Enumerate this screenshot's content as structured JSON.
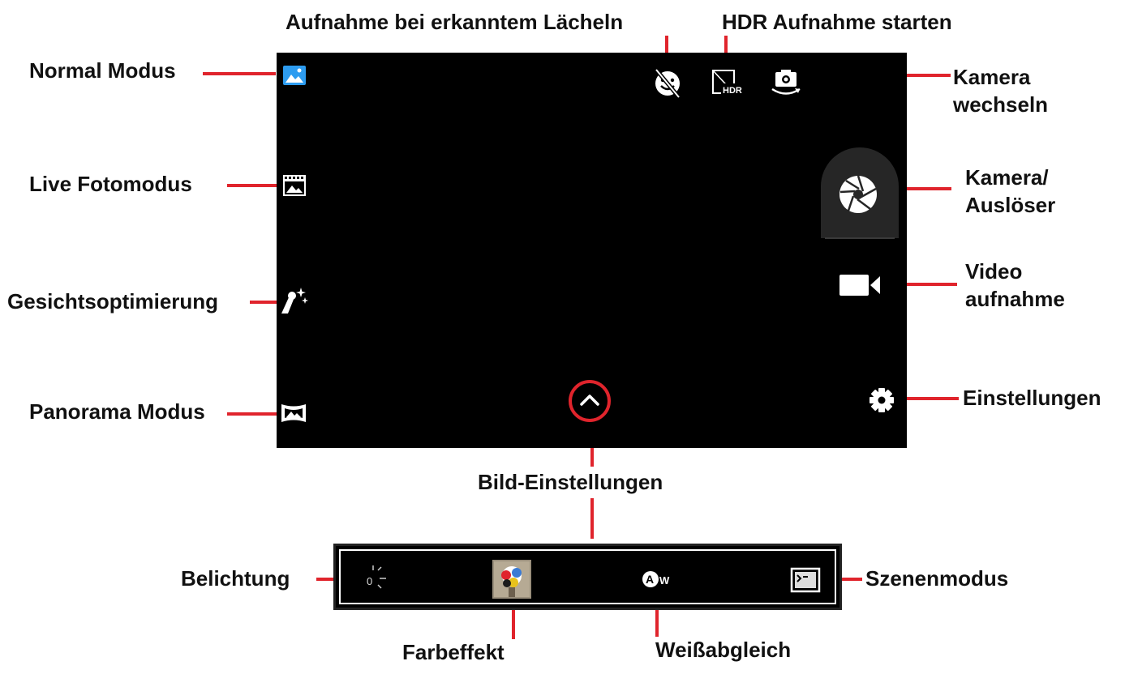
{
  "labels": {
    "smile_shot": "Aufnahme bei erkanntem Lächeln",
    "hdr": "HDR Aufnahme starten",
    "normal_mode": "Normal Modus",
    "switch_camera_1": "Kamera",
    "switch_camera_2": "wechseln",
    "live_photo": "Live Fotomodus",
    "shutter_1": "Kamera/",
    "shutter_2": "Auslöser",
    "face_beauty": "Gesichtsoptimierung",
    "video_1": "Video",
    "video_2": "aufnahme",
    "panorama": "Panorama Modus",
    "settings": "Einstellungen",
    "picture_settings": "Bild-Einstellungen",
    "exposure": "Belichtung",
    "scene_mode": "Szenenmodus",
    "color_effect": "Farbeffekt",
    "white_balance": "Weißabgleich"
  },
  "icons": {
    "normal_mode": "landscape-icon",
    "live_photo": "film-frame-icon",
    "face_beauty": "magic-wand-icon",
    "panorama": "panorama-icon",
    "smile_shot": "smile-face-icon",
    "hdr": "hdr-icon",
    "switch_camera": "camera-switch-icon",
    "shutter": "aperture-icon",
    "video": "video-camera-icon",
    "settings": "gear-icon",
    "expand": "chevron-up-icon",
    "exposure": "exposure-icon",
    "color_effect": "color-effect-icon",
    "white_balance": "white-balance-icon",
    "scene_mode": "scene-mode-icon"
  },
  "hdr_badge": "HDR",
  "white_balance_badge": "AW",
  "exposure_value": "0",
  "colors": {
    "accent": "#e0242c",
    "active_mode": "#2d9cf0",
    "screen": "#000000"
  }
}
